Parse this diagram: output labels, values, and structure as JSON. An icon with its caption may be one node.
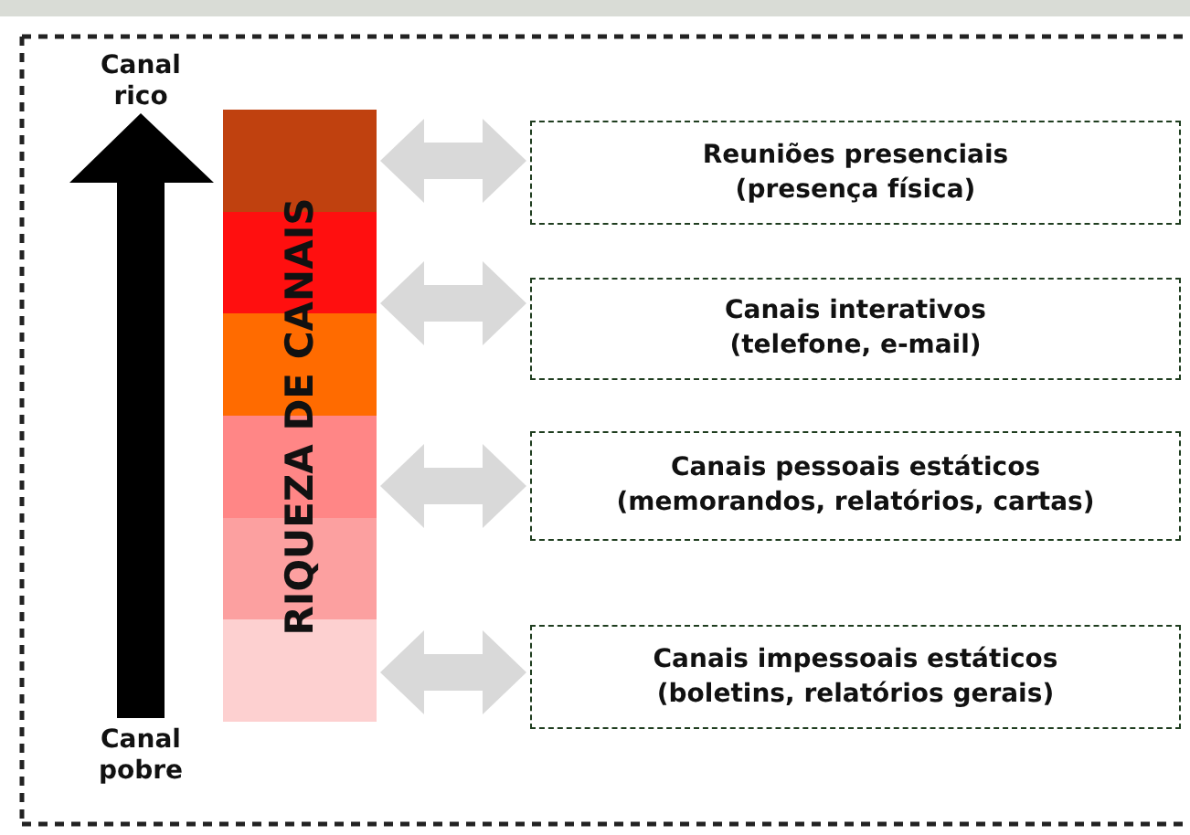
{
  "diagram": {
    "nodes": [
      {
        "text": [
          "RIQUEZA DE CANAIS"
        ]
      },
      {
        "text": [
          "Reuniões presenciais",
          "(presença física)"
        ]
      },
      {
        "text": [
          "Canais interativos",
          "(telefone, e-mail)"
        ]
      },
      {
        "text": [
          "Canais pessoais estáticos",
          "(memorandos, relatórios, cartas)"
        ]
      },
      {
        "text": [
          "Canais impessoais estáticos",
          "(boletins, relatórios gerais)"
        ]
      }
    ],
    "edges": [
      {
        "from": 0,
        "to": 1,
        "arrow": "both"
      },
      {
        "from": 0,
        "to": 2,
        "arrow": "both"
      },
      {
        "from": 0,
        "to": 3,
        "arrow": "both"
      },
      {
        "from": 0,
        "to": 4,
        "arrow": "both"
      }
    ],
    "labels": [
      "Canal rico",
      "Canal pobre"
    ]
  }
}
